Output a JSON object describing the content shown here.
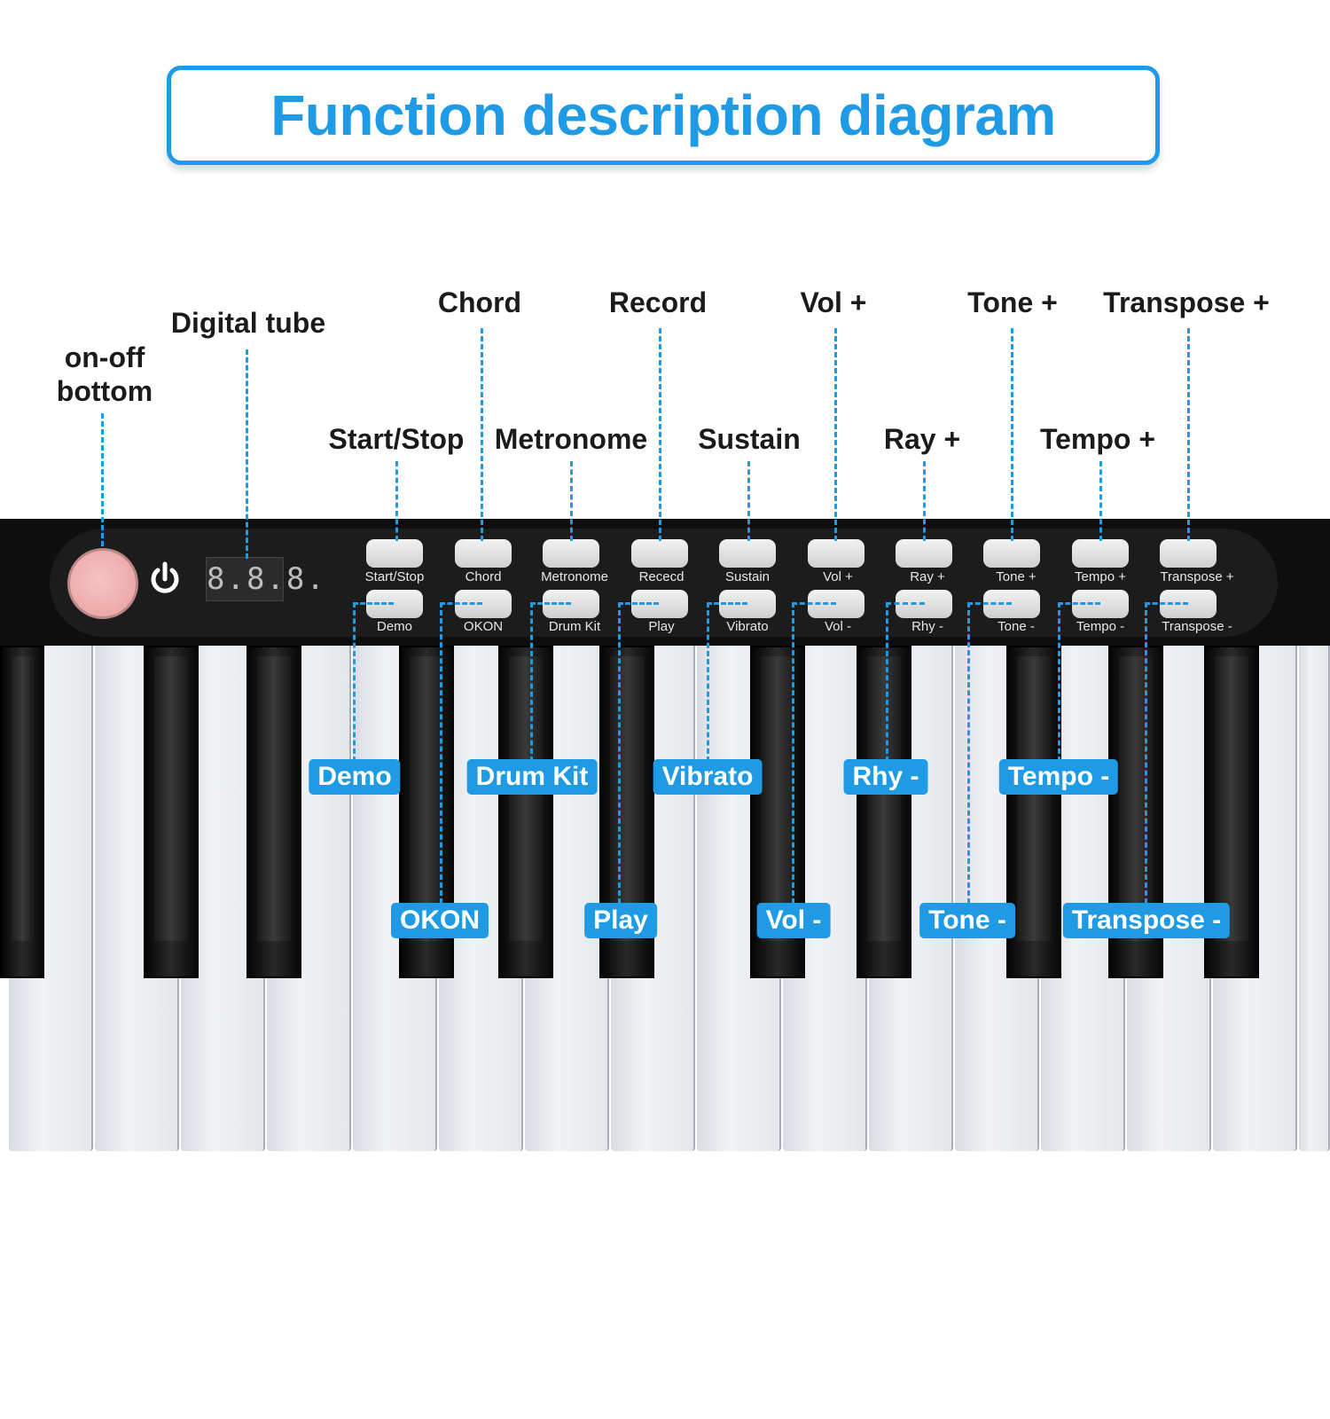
{
  "title": "Function description diagram",
  "top_callouts": {
    "on_off": "on-off\nbottom",
    "digital_tube": "Digital tube",
    "chord": "Chord",
    "record": "Record",
    "vol_plus": "Vol +",
    "tone_plus": "Tone +",
    "transpose_plus": "Transpose +",
    "start_stop": "Start/Stop",
    "metronome": "Metronome",
    "sustain": "Sustain",
    "ray_plus": "Ray +",
    "tempo_plus": "Tempo +"
  },
  "display": "8.8.8.",
  "panel_buttons": {
    "top": [
      "Start/Stop",
      "Chord",
      "Metronome",
      "Rececd",
      "Sustain",
      "Vol +",
      "Ray +",
      "Tone +",
      "Tempo +",
      "Transpose +"
    ],
    "bottom": [
      "Demo",
      "OKON",
      "Drum Kit",
      "Play",
      "Vibrato",
      "Vol -",
      "Rhy -",
      "Tone -",
      "Tempo -",
      "Transpose -"
    ]
  },
  "bottom_callouts": {
    "demo": "Demo",
    "drum_kit": "Drum Kit",
    "vibrato": "Vibrato",
    "rhy_minus": "Rhy -",
    "tempo_minus": "Tempo -",
    "okon": "OKON",
    "play": "Play",
    "vol_minus": "Vol -",
    "tone_minus": "Tone -",
    "transpose_minus": "Transpose -"
  },
  "colors": {
    "accent": "#1e9be4",
    "panel": "#0e0e0e",
    "power": "#e8a0a0"
  }
}
